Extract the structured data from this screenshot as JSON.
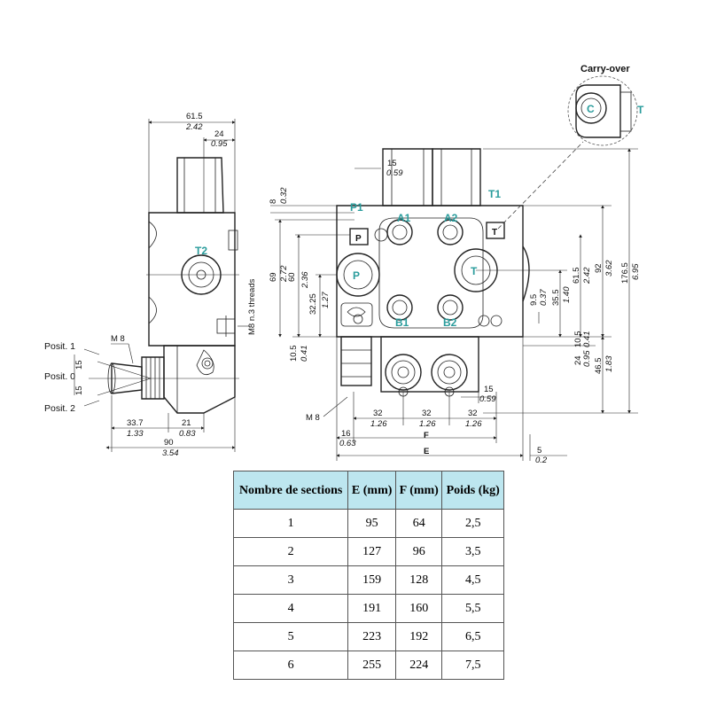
{
  "title": "Carry-over",
  "ports": {
    "p1": "P1",
    "a1": "A1",
    "a2": "A2",
    "t1": "T1",
    "t2": "T2",
    "b1": "B1",
    "b2": "B2",
    "p": "P",
    "t": "T",
    "c": "C",
    "p_box": "P",
    "t_box": "T"
  },
  "positions": {
    "pos1": "Posit. 1",
    "pos0": "Posit. 0",
    "pos2": "Posit. 2"
  },
  "notes": {
    "m8_lever": "M 8",
    "m8_threads": "M8 n.3 threads",
    "m8_bottom": "M 8",
    "dim_e": "E",
    "dim_f": "F"
  },
  "dimensions": {
    "d61_5": "61.5",
    "d2_42": "2.42",
    "d24": "24",
    "d0_95": "0.95",
    "d15top": "15",
    "d0_59top": "0.59",
    "d8": "8",
    "d0_32": "0.32",
    "d69": "69",
    "d2_72": "2.72",
    "d60": "60",
    "d2_36": "2.36",
    "d32_25": "32.25",
    "d1_27": "1.27",
    "d10_5": "10.5",
    "d0_41": "0.41",
    "d9_5": "9.5",
    "d0_37": "0.37",
    "d35_5": "35.5",
    "d1_40": "1.40",
    "d61_5r": "61.5",
    "d2_42r": "2.42",
    "d92": "92",
    "d3_62": "3.62",
    "d176_5": "176.5",
    "d6_95": "6.95",
    "d10_5r": "10.5",
    "d0_41r": "0.41",
    "d24r": "24",
    "d0_95r": "0.95",
    "d46_5": "46.5",
    "d1_83": "1.83",
    "d15r": "15",
    "d0_59r": "0.59",
    "d32a": "32",
    "d1_26a": "1.26",
    "d32b": "32",
    "d1_26b": "1.26",
    "d32c": "32",
    "d1_26c": "1.26",
    "d16": "16",
    "d0_63": "0.63",
    "d5": "5",
    "d0_2": "0.2",
    "d15v1": "15",
    "d15v2": "15",
    "d33_7": "33.7",
    "d1_33": "1.33",
    "d21": "21",
    "d0_83": "0.83",
    "d90": "90",
    "d3_54": "3.54",
    "posit_1": "1",
    "posit_0": "0",
    "posit_2": "2"
  },
  "table": {
    "headers": [
      "Nombre de sections",
      "E (mm)",
      "F (mm)",
      "Poids (kg)"
    ],
    "rows": [
      [
        "1",
        "95",
        "64",
        "2,5"
      ],
      [
        "2",
        "127",
        "96",
        "3,5"
      ],
      [
        "3",
        "159",
        "128",
        "4,5"
      ],
      [
        "4",
        "191",
        "160",
        "5,5"
      ],
      [
        "5",
        "223",
        "192",
        "6,5"
      ],
      [
        "6",
        "255",
        "224",
        "7,5"
      ]
    ]
  }
}
